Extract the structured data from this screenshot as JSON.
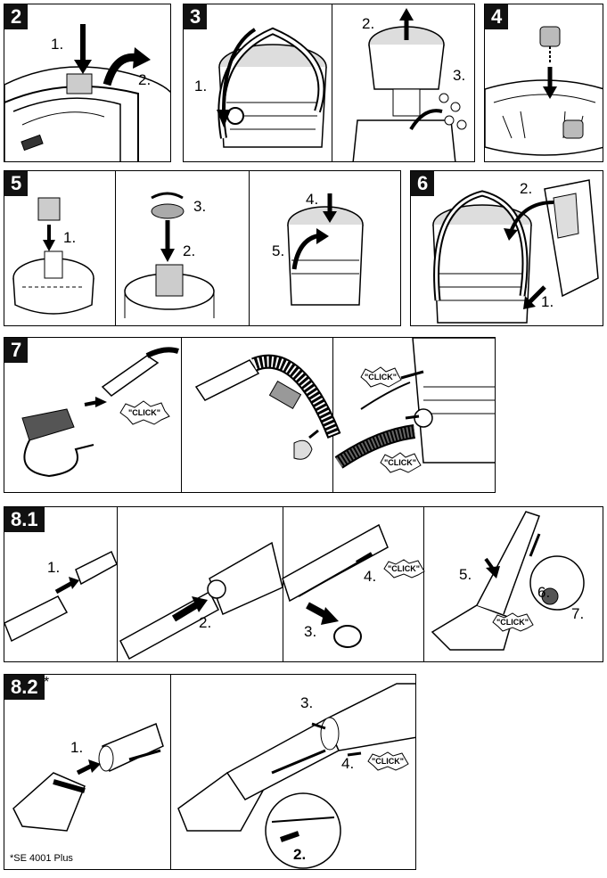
{
  "steps": {
    "s2": {
      "badge": "2",
      "n1": "1.",
      "n2": "2."
    },
    "s3": {
      "badge": "3",
      "n1": "1.",
      "n2": "2.",
      "n3": "3."
    },
    "s4": {
      "badge": "4"
    },
    "s5": {
      "badge": "5",
      "n1": "1.",
      "n2": "2.",
      "n3": "3.",
      "n4": "4.",
      "n5": "5."
    },
    "s6": {
      "badge": "6",
      "n1": "1.",
      "n2": "2."
    },
    "s7": {
      "badge": "7",
      "click": "\"CLICK\""
    },
    "s81": {
      "badge": "8.1",
      "n1": "1.",
      "n2": "2.",
      "n3": "3.",
      "n4": "4.",
      "n5": "5.",
      "n6": "6.",
      "n7": "7.",
      "click": "\"CLICK\""
    },
    "s82": {
      "badge": "8.2",
      "star": "*",
      "n1": "1.",
      "n2": "2.",
      "n3": "3.",
      "n4": "4.",
      "click": "\"CLICK\"",
      "footnote": "*SE 4001 Plus"
    }
  }
}
